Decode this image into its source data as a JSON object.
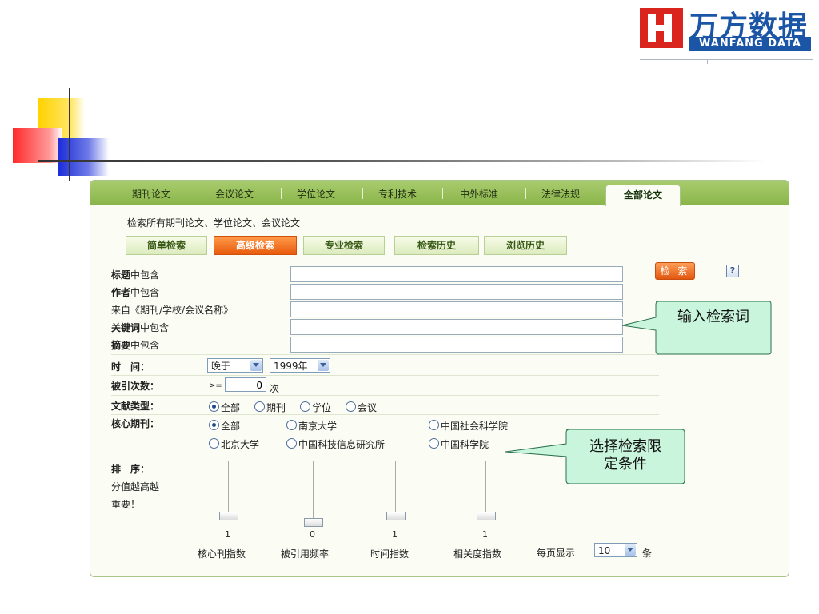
{
  "logo": {
    "cn": "万方数据",
    "en": "WANFANG DATA"
  },
  "tabs": [
    {
      "label": "期刊论文"
    },
    {
      "label": "会议论文"
    },
    {
      "label": "学位论文"
    },
    {
      "label": "专利技术"
    },
    {
      "label": "中外标准"
    },
    {
      "label": "法律法规"
    },
    {
      "label": "全部论文"
    }
  ],
  "search_scope": "检索所有期刊论文、学位论文、会议论文",
  "modes": [
    {
      "label": "简单检索"
    },
    {
      "label": "高级检索"
    },
    {
      "label": "专业检索"
    },
    {
      "label": "检索历史"
    },
    {
      "label": "浏览历史"
    }
  ],
  "fields": {
    "title": {
      "bold": "标题",
      "rest": "中包含",
      "value": ""
    },
    "author": {
      "bold": "作者",
      "rest": "中包含",
      "value": ""
    },
    "source": {
      "label": "来自《期刊/学校/会议名称》",
      "value": ""
    },
    "keyword": {
      "bold": "关键词",
      "rest": "中包含",
      "value": ""
    },
    "abstract": {
      "bold": "摘要",
      "rest": "中包含",
      "value": ""
    }
  },
  "search_button": "检 索",
  "help_icon": "?",
  "time": {
    "label": "时　间：",
    "relation": "晚于",
    "year": "1999年"
  },
  "cited": {
    "label": "被引次数：",
    "op": ">=",
    "value": "0",
    "unit": "次"
  },
  "doc_type": {
    "label": "文献类型：",
    "options": [
      "全部",
      "期刊",
      "学位",
      "会议"
    ],
    "selected": "全部"
  },
  "core": {
    "label": "核心期刊：",
    "options": [
      "全部",
      "南京大学",
      "中国社会科学院",
      "北京大学",
      "中国科技信息研究所",
      "中国科学院"
    ],
    "selected": "全部"
  },
  "sort": {
    "label": "排　序：",
    "hint1": "分值越高越",
    "hint2": "重要！",
    "sliders": [
      {
        "name": "核心刊指数",
        "value": "1"
      },
      {
        "name": "被引用频率",
        "value": "0"
      },
      {
        "name": "时间指数",
        "value": "1"
      },
      {
        "name": "相关度指数",
        "value": "1"
      }
    ]
  },
  "per_page": {
    "label": "每页显示",
    "value": "10",
    "unit": "条"
  },
  "callouts": {
    "input": "输入检索词",
    "filter_line1": "选择检索限",
    "filter_line2": "定条件"
  },
  "colors": {
    "accent_green": "#8ab54a",
    "orange": "#e85a0c",
    "callout": "#c9f5dd",
    "logo_blue": "#1b56a6",
    "logo_red": "#d9251d"
  }
}
